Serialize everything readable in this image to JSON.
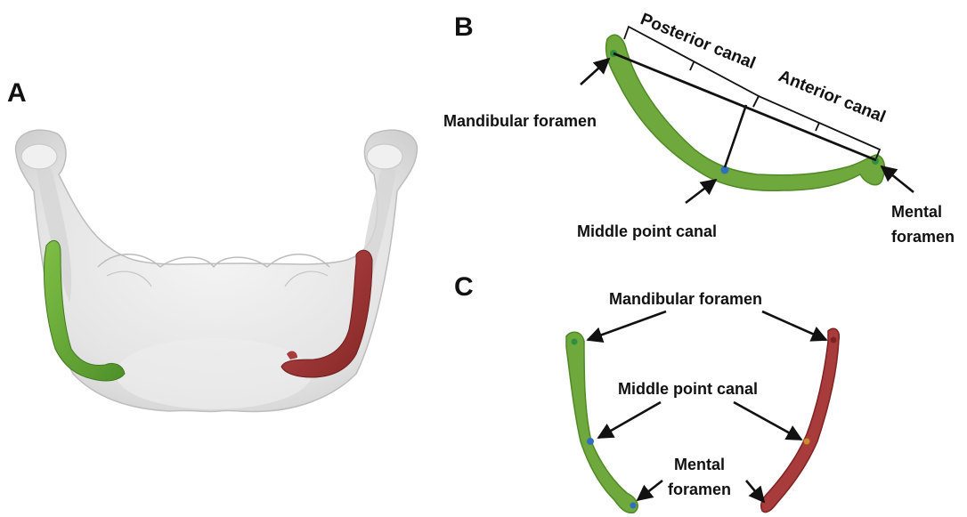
{
  "panels": {
    "a": {
      "letter": "A"
    },
    "b": {
      "letter": "B",
      "posterior_canal": "Posterior canal",
      "anterior_canal": "Anterior canal",
      "mandibular_foramen": "Mandibular foramen",
      "middle_point_canal": "Middle point canal",
      "mental_foramen_line1": "Mental",
      "mental_foramen_line2": "foramen"
    },
    "c": {
      "letter": "C",
      "mandibular_foramen": "Mandibular foramen",
      "middle_point_canal": "Middle point canal",
      "mental_foramen_line1": "Mental",
      "mental_foramen_line2": "foramen"
    }
  },
  "colors": {
    "left_canal": "#6fa83c",
    "right_canal": "#a83b3b",
    "middle_point_marker": "#2f6fbf",
    "bone": "#e6e6e6"
  }
}
